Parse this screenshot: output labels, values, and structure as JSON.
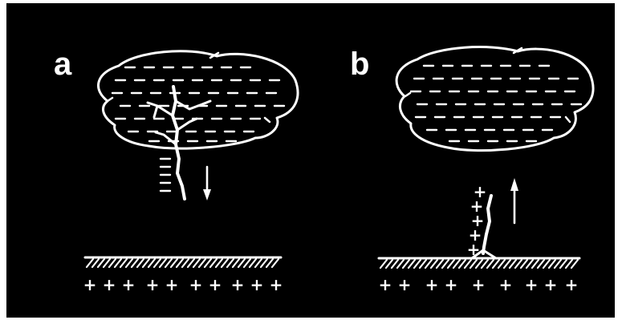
{
  "panels": {
    "a": {
      "label": "a"
    },
    "b": {
      "label": "b"
    }
  },
  "colors": {
    "background": "#000000",
    "ink": "#ffffff",
    "page": "#ffffff"
  },
  "icons": {
    "arrow_down": "arrow-down-icon",
    "arrow_up": "arrow-up-icon",
    "positive_charge": "plus",
    "negative_charge": "minus"
  }
}
